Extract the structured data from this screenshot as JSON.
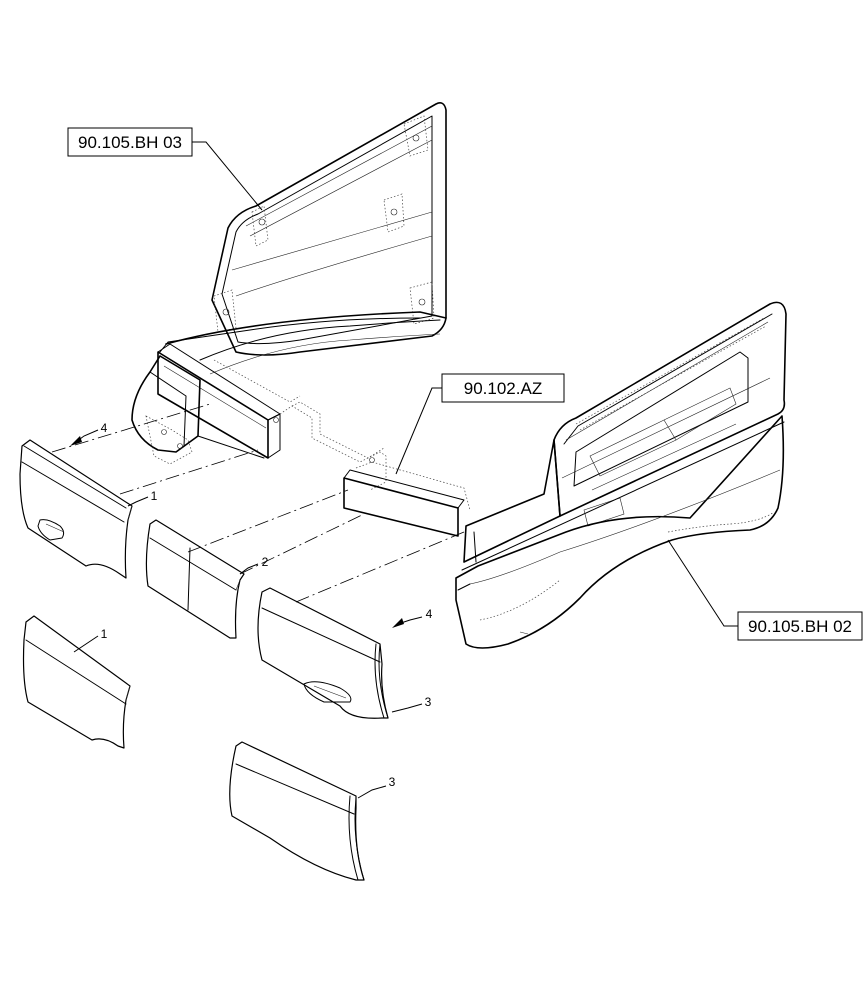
{
  "references": {
    "bh03": "90.105.BH 03",
    "az": "90.102.AZ",
    "bh02": "90.105.BH 02"
  },
  "items": {
    "i1a": "1",
    "i1b": "1",
    "i2": "2",
    "i3a": "3",
    "i3b": "3",
    "i4a": "4",
    "i4b": "4"
  }
}
